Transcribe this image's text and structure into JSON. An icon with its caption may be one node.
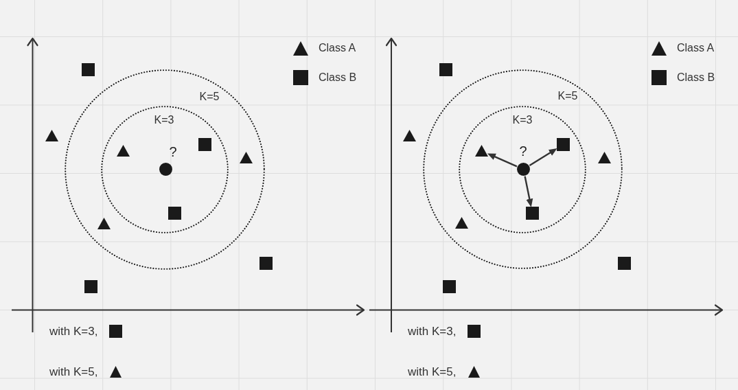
{
  "diagram": {
    "nodes": [
      {
        "text": [
          "K=5"
        ]
      },
      {
        "text": [
          "K=3"
        ],
        "in": 0
      },
      {
        "text": [
          "K=5"
        ]
      },
      {
        "text": [
          "K=3"
        ],
        "in": 2
      },
      {
        "text": [],
        "shape": "circle",
        "in": 3,
        "beside": [
          "?"
        ]
      },
      {
        "text": [],
        "shape": "triangle",
        "in": 3
      },
      {
        "text": [],
        "shape": "box",
        "in": 3
      },
      {
        "text": [],
        "shape": "box",
        "in": 3
      }
    ],
    "edges": [
      {
        "from": 4,
        "to": 5,
        "arrow": "to"
      },
      {
        "from": 4,
        "to": 6,
        "arrow": "to"
      },
      {
        "from": 4,
        "to": 7,
        "arrow": "to"
      }
    ],
    "labels": [
      "?",
      "with K=3,",
      "with K=5,",
      "with K=3,",
      "with K=5,"
    ],
    "legend": [
      {
        "text": "Class A"
      },
      {
        "text": "Class B"
      },
      {
        "text": "Class A"
      },
      {
        "text": "Class B"
      }
    ]
  }
}
